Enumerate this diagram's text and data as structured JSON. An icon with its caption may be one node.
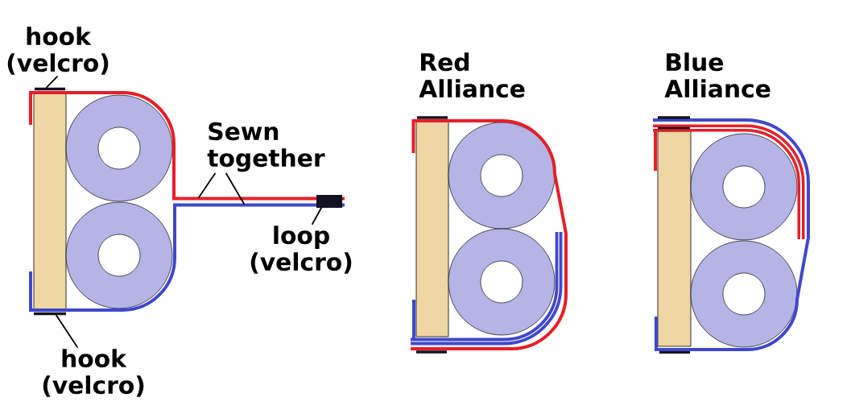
{
  "diagram": {
    "nodes": [
      {
        "text": [
          "hook (velcro)"
        ]
      },
      {
        "text": [],
        "shape": "bar"
      },
      {
        "text": [
          "Sewn together"
        ]
      },
      {
        "text": [],
        "shape": "bar"
      },
      {
        "text": [
          "loop (velcro)"
        ]
      },
      {
        "text": [],
        "shape": "bar"
      },
      {
        "text": [
          "hook (velcro)"
        ]
      }
    ],
    "edges": [
      {
        "from": 0,
        "to": 1,
        "arrow": "none"
      },
      {
        "from": 2,
        "to": null,
        "arrow": "none"
      },
      {
        "from": 2,
        "to": null,
        "arrow": "none"
      },
      {
        "from": 4,
        "to": 3,
        "arrow": "none"
      },
      {
        "from": 6,
        "to": 5,
        "arrow": "none"
      }
    ],
    "labels": [
      "Red Alliance",
      "Blue Alliance"
    ]
  }
}
